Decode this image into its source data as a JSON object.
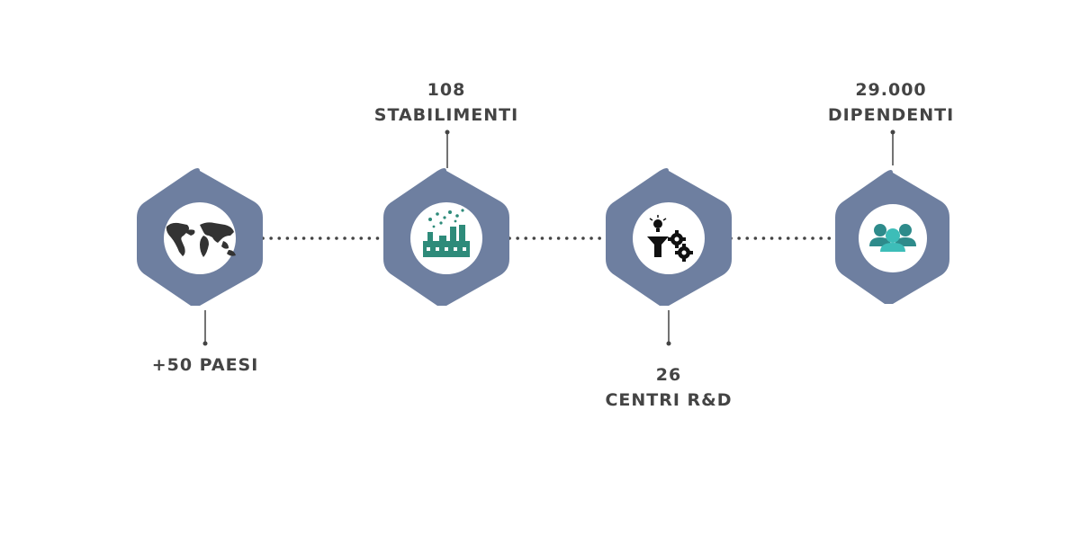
{
  "milestones": [
    {
      "value": "",
      "label": "+50 PAESI",
      "icon": "world-map-icon",
      "label_position": "below"
    },
    {
      "value": "108",
      "label": "STABILIMENTI",
      "icon": "factory-icon",
      "label_position": "above"
    },
    {
      "value": "26",
      "label": "CENTRI R&D",
      "icon": "innovation-gears-icon",
      "label_position": "below"
    },
    {
      "value": "29.000",
      "label": "DIPENDENTI",
      "icon": "people-group-icon",
      "label_position": "above"
    }
  ],
  "colors": {
    "hexagon": "#6e7fa0",
    "circle": "#ffffff",
    "connector": "#444444",
    "text": "#444444",
    "factory_icon": "#2e8b7a",
    "people_icon": "#2e8b8b",
    "people_icon_front": "#3dbdb8",
    "map_icon": "#333333"
  }
}
